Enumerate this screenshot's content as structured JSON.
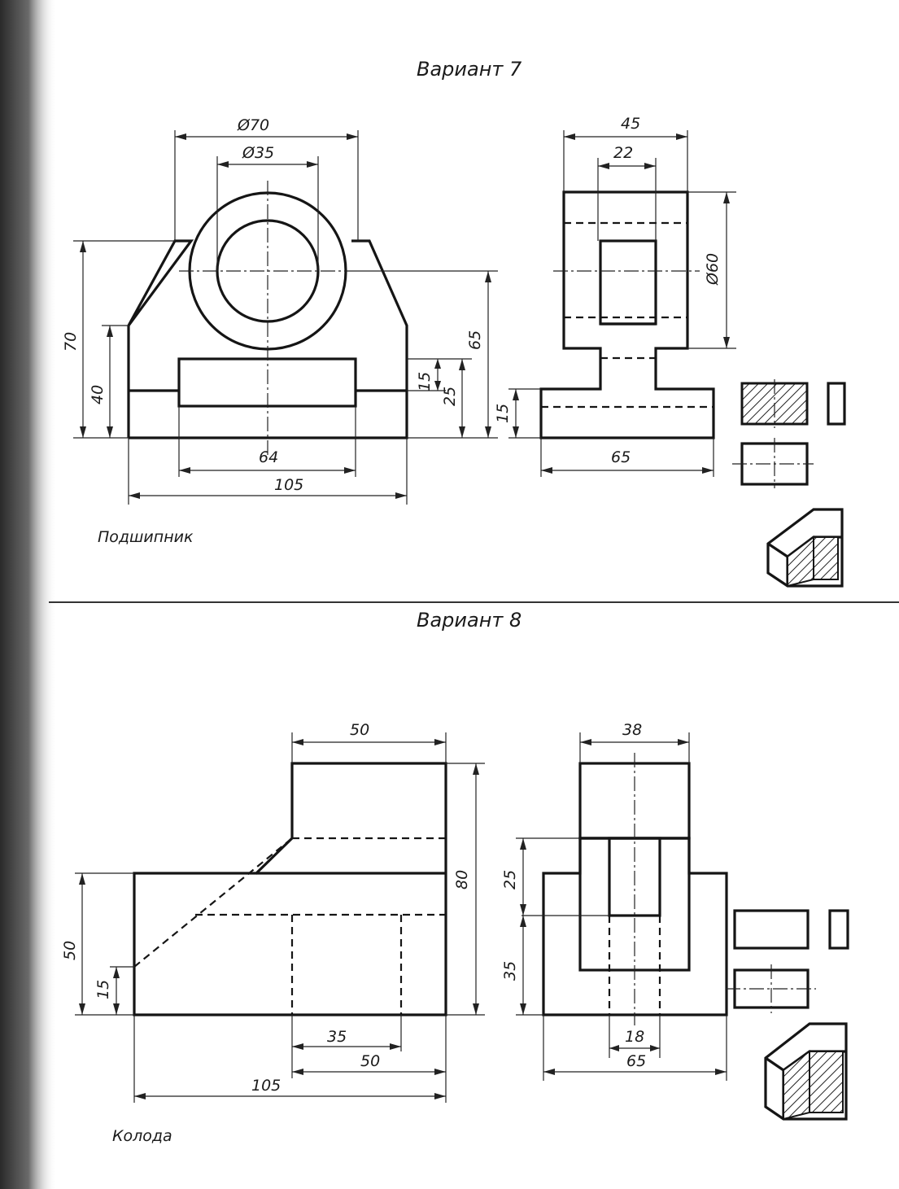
{
  "variant7": {
    "title": "Вариант 7",
    "caption": "Подшипник",
    "dims": {
      "d70": "Ø70",
      "d35": "Ø35",
      "h70": "70",
      "h40": "40",
      "h65": "65",
      "h15": "15",
      "h25": "25",
      "w64": "64",
      "w105": "105",
      "w45": "45",
      "w22": "22",
      "d60": "Ø60",
      "side_h15": "15",
      "side_w65": "65"
    }
  },
  "variant8": {
    "title": "Вариант 8",
    "caption": "Колода",
    "dims": {
      "w50_top": "50",
      "h50": "50",
      "h15": "15",
      "h80": "80",
      "w35": "35",
      "w50_bot": "50",
      "w105": "105",
      "w38": "38",
      "h25": "25",
      "h35": "35",
      "w18": "18",
      "w65": "65"
    }
  },
  "colors": {
    "line": "#151515",
    "paper": "#ffffff",
    "scan_edge": "#3a3a3a"
  }
}
